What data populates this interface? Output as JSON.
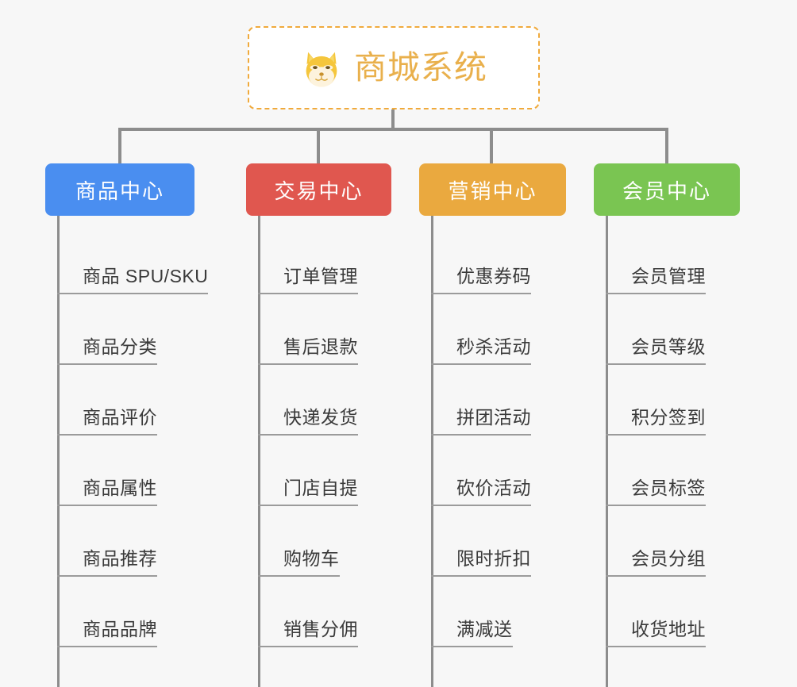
{
  "background_color": "#f7f7f7",
  "root": {
    "title": "商城系统",
    "icon": "shiba-dog-face-icon",
    "text_color": "#e9b04c",
    "border_color": "#f0aa3c",
    "fill_color": "#ffffff"
  },
  "connector_color": "#8d8d8d",
  "columns": [
    {
      "id": "product-center",
      "title": "商品中心",
      "color": "#4a8ef0",
      "items": [
        "商品 SPU/SKU",
        "商品分类",
        "商品评价",
        "商品属性",
        "商品推荐",
        "商品品牌"
      ]
    },
    {
      "id": "trade-center",
      "title": "交易中心",
      "color": "#e0574f",
      "items": [
        "订单管理",
        "售后退款",
        "快递发货",
        "门店自提",
        "购物车",
        "销售分佣"
      ]
    },
    {
      "id": "marketing-center",
      "title": "营销中心",
      "color": "#eaa93f",
      "items": [
        "优惠券码",
        "秒杀活动",
        "拼团活动",
        "砍价活动",
        "限时折扣",
        "满减送"
      ]
    },
    {
      "id": "member-center",
      "title": "会员中心",
      "color": "#7ac552",
      "items": [
        "会员管理",
        "会员等级",
        "积分签到",
        "会员标签",
        "会员分组",
        "收货地址"
      ]
    }
  ]
}
